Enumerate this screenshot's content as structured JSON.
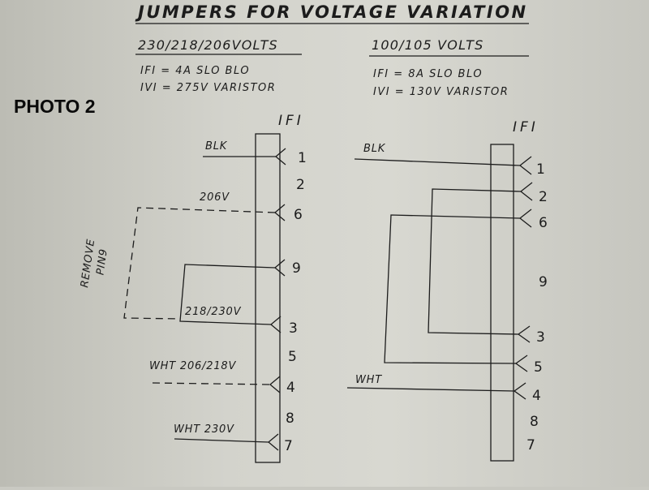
{
  "title": "JUMPERS FOR VOLTAGE VARIATION",
  "photo_label": "PHOTO 2",
  "left": {
    "heading": "230/218/206VOLTS",
    "spec1": "IFI = 4A SLO BLO",
    "spec2": "IVI = 275V VARISTOR",
    "block_label": "IFI",
    "pins": [
      "1",
      "2",
      "6",
      "9",
      "3",
      "5",
      "4",
      "8",
      "7"
    ],
    "labels": {
      "blk": "BLK",
      "v206": "206V",
      "v218_230": "218/230V",
      "wht_206_218": "WHT 206/218V",
      "wht_230": "WHT 230V",
      "remove": "REMOVE",
      "pin9": "PIN9"
    }
  },
  "right": {
    "heading": "100/105 VOLTS",
    "spec1": "IFI = 8A SLO BLO",
    "spec2": "IVI = 130V VARISTOR",
    "block_label": "IFI",
    "pins": [
      "1",
      "2",
      "6",
      "9",
      "3",
      "5",
      "4",
      "8",
      "7"
    ],
    "labels": {
      "blk": "BLK",
      "wht": "WHT"
    }
  }
}
